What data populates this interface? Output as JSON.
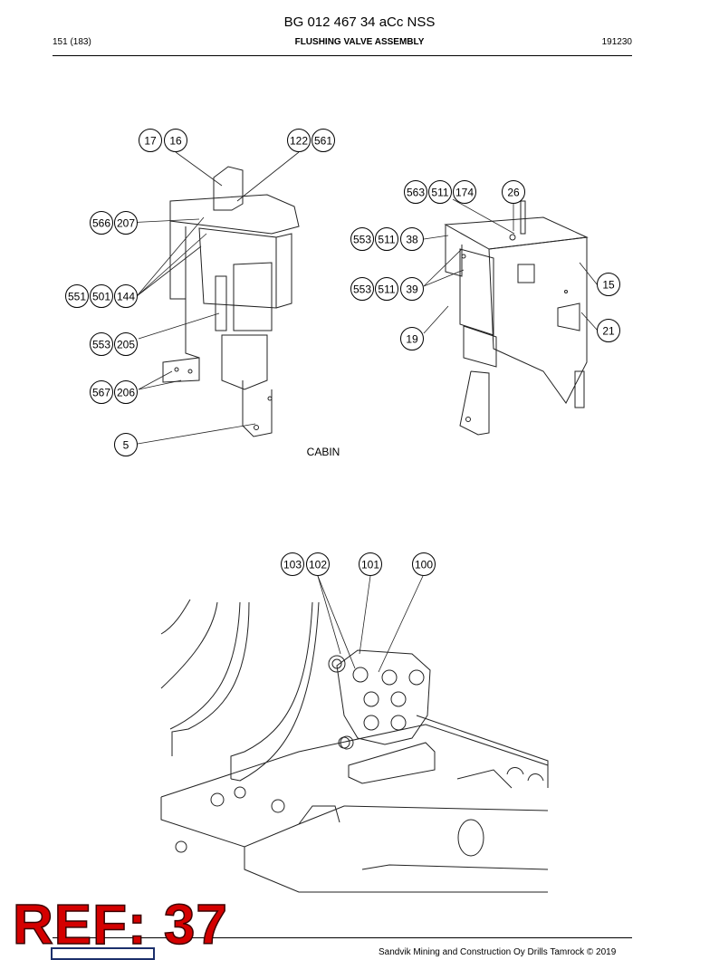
{
  "header": {
    "doc_title": "BG 012 467 34 aCc NSS",
    "page_counter": "151 (183)",
    "section_title": "FLUSHING VALVE ASSEMBLY",
    "doc_code": "191230"
  },
  "figure_top": {
    "caption": "CABIN",
    "callouts": [
      "17",
      "16",
      "122",
      "561",
      "566",
      "207",
      "551",
      "501",
      "144",
      "553",
      "205",
      "567",
      "206",
      "5",
      "563",
      "511",
      "174",
      "26",
      "553",
      "511",
      "38",
      "553",
      "511",
      "39",
      "15",
      "19",
      "21"
    ]
  },
  "figure_bottom": {
    "callouts": [
      "103",
      "102",
      "101",
      "100"
    ]
  },
  "footer": {
    "copyright": "Sandvik Mining and Construction Oy Drills Tamrock © 2019"
  },
  "watermark": {
    "ref_label": "REF: 37"
  }
}
